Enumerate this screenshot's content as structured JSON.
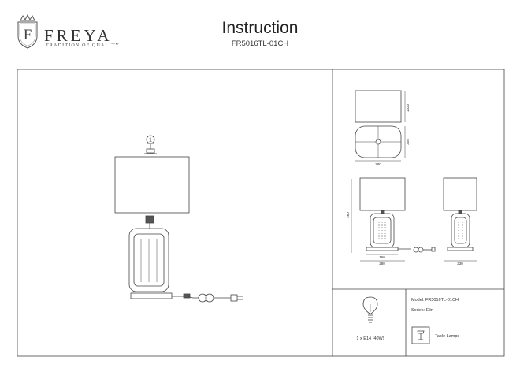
{
  "brand": {
    "name": "FREYA",
    "tagline": "TRADITION OF QUALITY",
    "monogram": "F"
  },
  "header": {
    "title": "Instruction",
    "model_code": "FR5016TL-01CH"
  },
  "main_drawing": {
    "callout_number": "1"
  },
  "top_view": {
    "height_label": "1020",
    "depth_label": "305",
    "width_label": "280"
  },
  "side_view": {
    "height_label": "460",
    "base_label": "160",
    "total_width_label": "280",
    "side_width_label": "230"
  },
  "info": {
    "bulb": "1 x E14 (40W)",
    "model": "Model: FR5016TL-01CH",
    "series": "Series: Elin",
    "category": "Table Lamps"
  },
  "colors": {
    "line": "#444444",
    "text": "#222222"
  }
}
